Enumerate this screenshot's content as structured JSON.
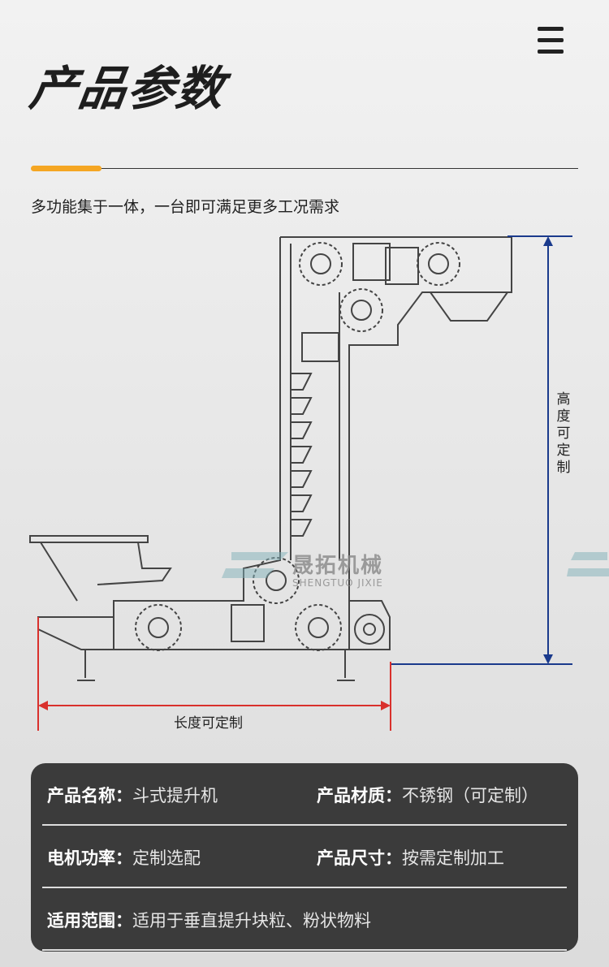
{
  "header": {
    "title": "产品参数",
    "menu_icon": "hamburger-menu-icon"
  },
  "subtitle": "多功能集于一体，一台即可满足更多工况需求",
  "diagram": {
    "height_label": "高度可定制",
    "length_label": "长度可定制",
    "watermark_cn": "晟拓机械",
    "watermark_en": "SHENGTUO JIXIE",
    "colors": {
      "height_dim": "#1a3a8c",
      "length_dim": "#d9302c"
    }
  },
  "specs": [
    [
      {
        "label": "产品名称：",
        "value": "斗式提升机"
      },
      {
        "label": "产品材质：",
        "value": "不锈钢（可定制）"
      }
    ],
    [
      {
        "label": "电机功率：",
        "value": "定制选配"
      },
      {
        "label": "产品尺寸：",
        "value": "按需定制加工"
      }
    ],
    [
      {
        "label": "适用范围：",
        "value": "适用于垂直提升块粒、粉状物料"
      }
    ]
  ]
}
